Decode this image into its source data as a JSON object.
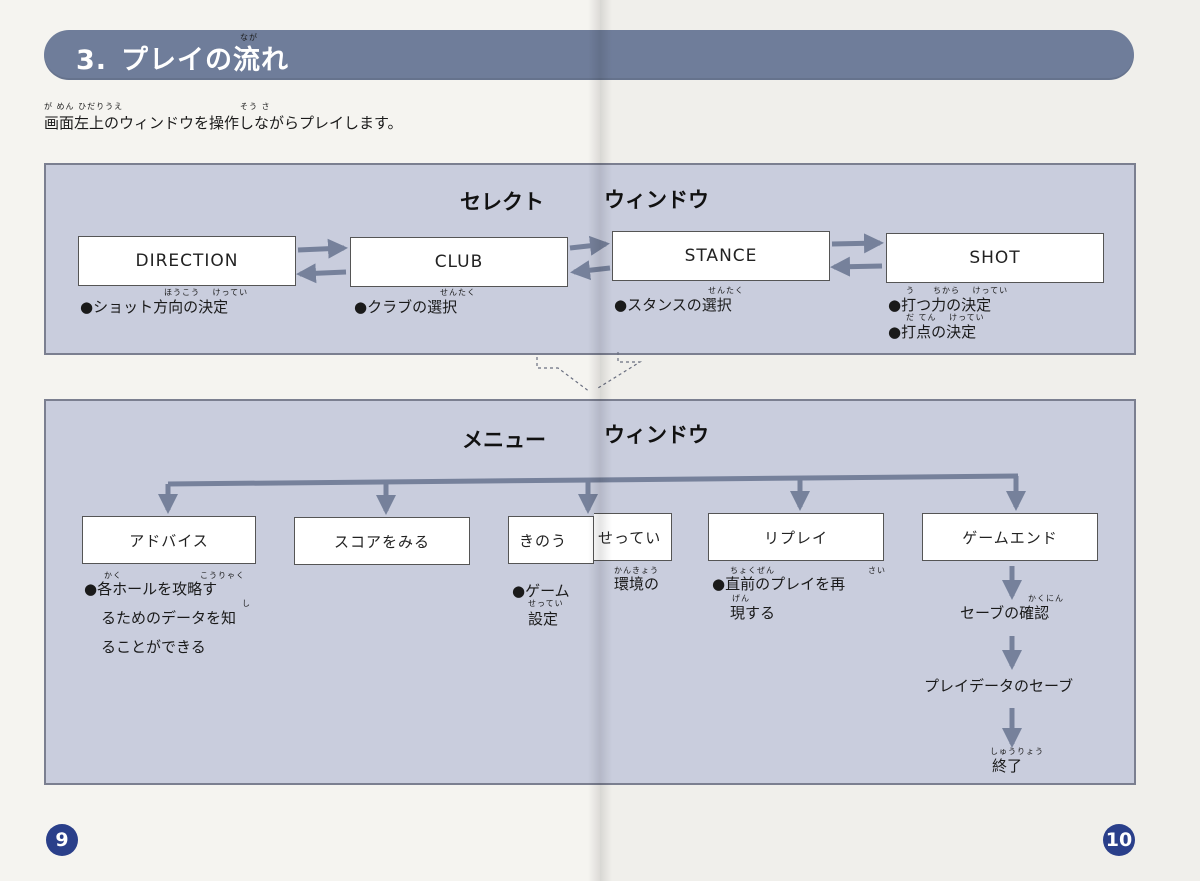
{
  "header": {
    "number": "3.",
    "title": "プレイの流れ",
    "title_ruby": "なが"
  },
  "intro": {
    "text": "画面左上のウィンドウを操作しながらプレイします。",
    "ruby1": "が めん ひだりうえ",
    "ruby2": "そう さ"
  },
  "select_window": {
    "title_left": "セレクト",
    "title_right": "ウィンドウ",
    "boxes": [
      {
        "label": "DIRECTION",
        "note": "●ショット方向の決定",
        "ruby": "ほうこう　 けってい"
      },
      {
        "label": "CLUB",
        "note": "●クラブの選択",
        "ruby": "せんたく"
      },
      {
        "label": "STANCE",
        "note": "●スタンスの選択",
        "ruby": "せんたく"
      },
      {
        "label": "SHOT",
        "note1": "●打つ力の決定",
        "ruby1": "う　　ちから　 けってい",
        "note2": "●打点の決定",
        "ruby2": "だ てん　 けってい"
      }
    ]
  },
  "menu_window": {
    "title_left": "メニュー",
    "title_right": "ウィンドウ",
    "items": [
      {
        "label": "アドバイス",
        "note_lines": [
          "●各ホールを攻略す",
          "るためのデータを知",
          "ることができる"
        ],
        "ruby_a": "かく",
        "ruby_b": "こうりゃく",
        "ruby_c": "し"
      },
      {
        "label": "スコアをみる"
      },
      {
        "label_left": "きのう",
        "label_right": "せってい",
        "note_left_lines": [
          "●ゲーム",
          "設定"
        ],
        "ruby_left": "せってい",
        "note_right": "環境の",
        "ruby_right": "かんきょう"
      },
      {
        "label": "リプレイ",
        "note_lines": [
          "●直前のプレイを再",
          "現する"
        ],
        "ruby_a": "ちょくぜん",
        "ruby_b": "さい",
        "ruby_c": "げん"
      },
      {
        "label": "ゲームエンド",
        "steps": [
          "セーブの確認",
          "プレイデータのセーブ",
          "終了"
        ],
        "ruby_confirm": "かくにん",
        "ruby_end": "しゅうりょう"
      }
    ]
  },
  "page_numbers": {
    "left": "9",
    "right": "10"
  },
  "colors": {
    "header_bar": "#6f7d9a",
    "panel_fill": "#c9cddd",
    "arrow": "#76819b",
    "page_number_circle": "#2a3f8a"
  }
}
